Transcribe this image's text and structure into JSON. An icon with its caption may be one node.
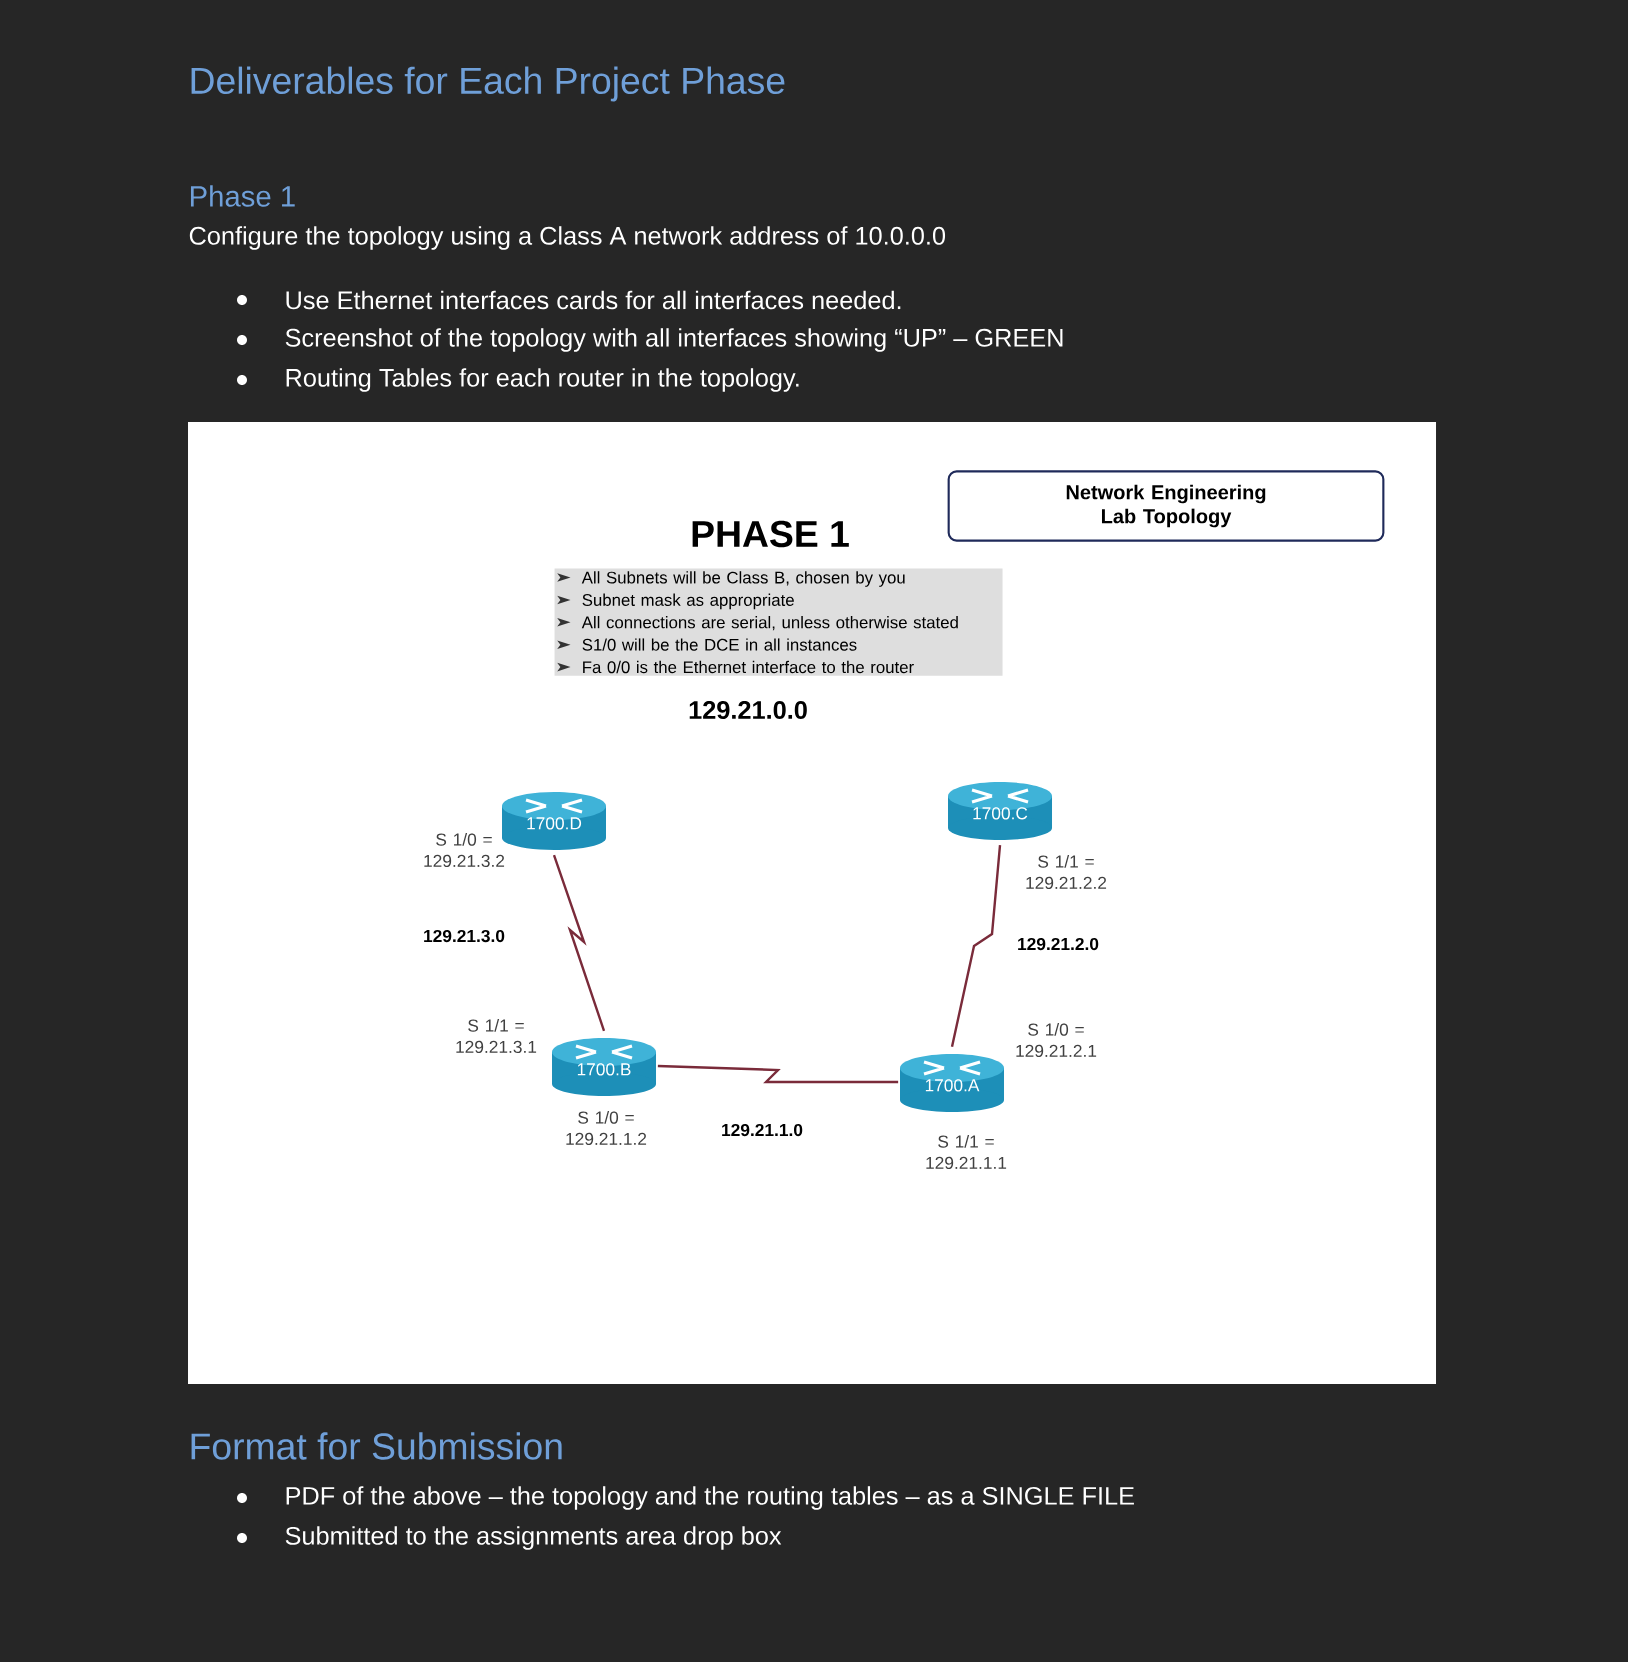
{
  "diagram": {
    "title": "Deliverables for Each Project Phase",
    "nodes": [
      {
        "text": [
          "Network Engineering Lab Topology"
        ]
      },
      {
        "text": [
          "All Subnets will be Class B, chosen by you",
          "Subnet mask as appropriate",
          "All connections are serial, unless otherwise stated",
          "S1/0 will be the DCE in all instances",
          "Fa 0/0 is the Ethernet interface to the router"
        ]
      },
      {
        "text": [
          "1700.D"
        ],
        "beside": [
          "S 1/0 = 129.21.3.2"
        ]
      },
      {
        "text": [
          "1700.C"
        ],
        "beside": [
          "S 1/1 = 129.21.2.2"
        ]
      },
      {
        "text": [
          "1700.B"
        ],
        "beside": [
          "S 1/1 = 129.21.3.1",
          "S 1/0 = 129.21.1.2"
        ]
      },
      {
        "text": [
          "1700.A"
        ],
        "beside": [
          "S 1/0 = 129.21.2.1",
          "S 1/1 = 129.21.1.1"
        ]
      }
    ],
    "edges": [
      {
        "from": 2,
        "to": 4,
        "arrow": "none",
        "label": "129.21.3.0"
      },
      {
        "from": 3,
        "to": 5,
        "arrow": "none",
        "label": "129.21.2.0"
      },
      {
        "from": 4,
        "to": 5,
        "arrow": "none",
        "label": "129.21.1.0"
      }
    ],
    "labels": [
      "Phase 1",
      "Configure the topology using a Class A network address of 10.0.0.0",
      "Use Ethernet interfaces cards for all interfaces needed.",
      "Screenshot of the topology with all interfaces showing “UP” – GREEN",
      "Routing Tables for each router in the topology.",
      "PHASE 1",
      "129.21.0.0",
      "Format for Submission",
      "PDF of the above – the topology and the routing tables – as a SINGLE FILE",
      "Submitted to the assignments area drop box"
    ]
  }
}
